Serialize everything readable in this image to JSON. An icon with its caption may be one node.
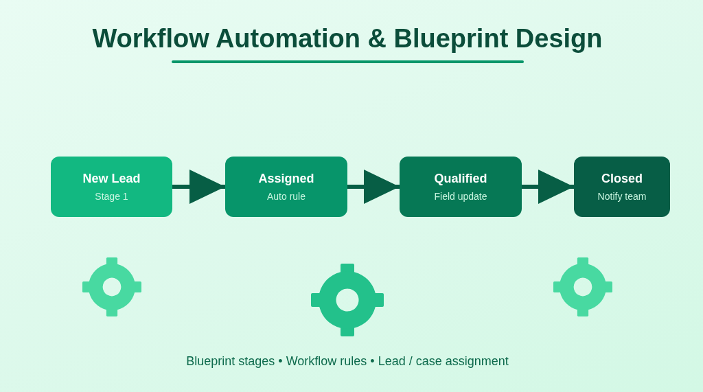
{
  "diagram": {
    "title": "Workflow Automation & Blueprint Design",
    "caption": "Blueprint stages • Workflow rules • Lead / case assignment",
    "nodes": [
      {
        "text": [
          "New Lead",
          "Stage 1"
        ]
      },
      {
        "text": [
          "Assigned",
          "Auto rule"
        ]
      },
      {
        "text": [
          "Qualified",
          "Field update"
        ]
      },
      {
        "text": [
          "Closed",
          "Notify team"
        ]
      }
    ],
    "edges": [
      {
        "from": 0,
        "to": 1,
        "arrow": "to"
      },
      {
        "from": 1,
        "to": 2,
        "arrow": "to"
      },
      {
        "from": 2,
        "to": 3,
        "arrow": "to"
      }
    ]
  }
}
